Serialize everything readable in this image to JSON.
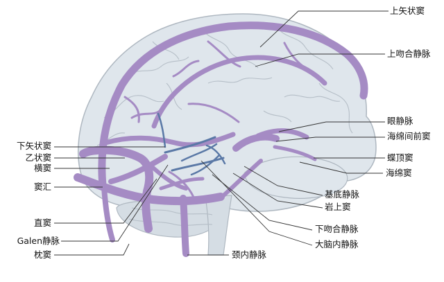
{
  "labels": {
    "superior_sagittal_sinus": "上矢状窦",
    "superior_anastomotic_vein": "上吻合静脉",
    "ophthalmic_vein": "眼静脉",
    "intercavernous_sinus": "海绵间前窦",
    "sphenoparietal_sinus": "蝶顶窦",
    "cavernous_sinus": "海绵窦",
    "basal_vein": "基底静脉",
    "superior_petrosal_sinus": "岩上窦",
    "inferior_anastomotic_vein": "下吻合静脉",
    "internal_cerebral_vein": "大脑内静脉",
    "internal_jugular_vein": "颈内静脉",
    "inferior_sagittal_sinus": "下矢状窦",
    "sigmoid_sinus": "乙状窦",
    "transverse_sinus": "横窦",
    "confluence_of_sinuses": "窦汇",
    "straight_sinus": "直窦",
    "galen_vein": "Galen静脉",
    "occipital_sinus": "枕窦"
  },
  "colors": {
    "brain": "#dfe6ec",
    "brain_outline": "#aeb7c0",
    "gyri": "#b5bec7",
    "vein": "#a58bc4",
    "vein_dark": "#8f74b2",
    "deep_vein": "#5a78a6",
    "leader": "#333333"
  }
}
